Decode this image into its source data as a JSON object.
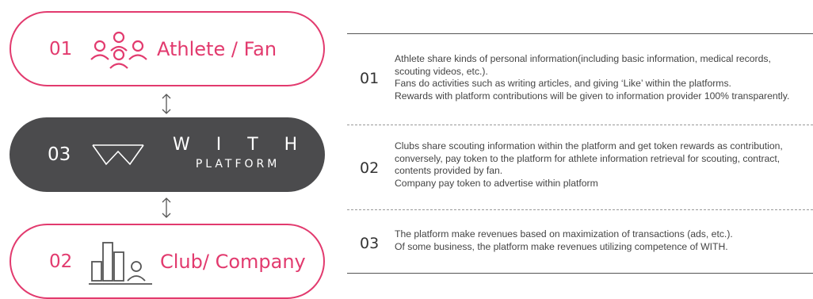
{
  "colors": {
    "accent": "#e23a6e",
    "dark_pill": "#4b4b4d"
  },
  "left": {
    "athlete": {
      "num": "01",
      "label": "Athlete / Fan",
      "icon": "people-group-icon"
    },
    "with": {
      "num": "03",
      "title": "W I T H",
      "subtitle": "PLATFORM",
      "icon": "with-logo-icon"
    },
    "club": {
      "num": "02",
      "label": "Club/ Company",
      "icon": "buildings-person-icon"
    },
    "arrows": [
      "up-down-arrow-icon",
      "up-down-arrow-icon"
    ]
  },
  "rows": [
    {
      "num": "01",
      "lines": [
        "Athlete share kinds of personal information(including basic information, medical records,",
        "scouting videos, etc.).",
        "Fans do activities such as writing articles, and giving ‘Like’ within the platforms.",
        "Rewards with platform contributions will be given to information provider 100% transparently."
      ]
    },
    {
      "num": "02",
      "lines": [
        "Clubs share scouting information within the platform and get token rewards as contribution,",
        "conversely, pay token to the platform for athlete information retrieval for scouting, contract,",
        "contents provided by fan.",
        "Company pay token to advertise within platform"
      ]
    },
    {
      "num": "03",
      "lines": [
        "The platform make revenues based on maximization of transactions (ads, etc.).",
        "Of some business, the platform make revenues utilizing competence of WITH."
      ]
    }
  ]
}
